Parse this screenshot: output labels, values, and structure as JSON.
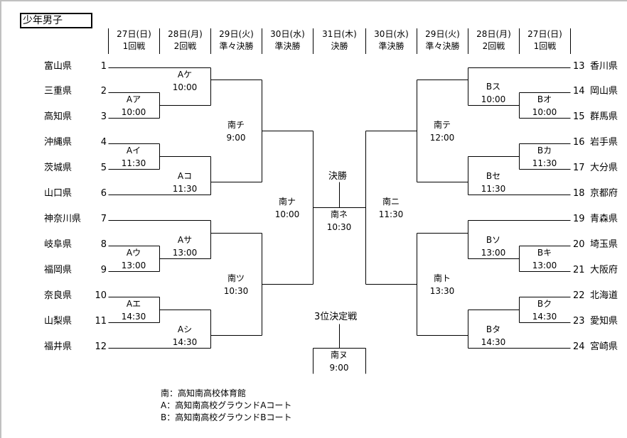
{
  "title": "少年男子",
  "header": [
    {
      "date": "27日(日)",
      "round": "1回戦"
    },
    {
      "date": "28日(月)",
      "round": "2回戦"
    },
    {
      "date": "29日(火)",
      "round": "準々決勝"
    },
    {
      "date": "30日(水)",
      "round": "準決勝"
    },
    {
      "date": "31日(木)",
      "round": "決勝"
    },
    {
      "date": "30日(水)",
      "round": "準決勝"
    },
    {
      "date": "29日(火)",
      "round": "準々決勝"
    },
    {
      "date": "28日(月)",
      "round": "2回戦"
    },
    {
      "date": "27日(日)",
      "round": "1回戦"
    }
  ],
  "teams_left": [
    {
      "seed": "1",
      "name": "富山県"
    },
    {
      "seed": "2",
      "name": "三重県"
    },
    {
      "seed": "3",
      "name": "高知県"
    },
    {
      "seed": "4",
      "name": "沖縄県"
    },
    {
      "seed": "5",
      "name": "茨城県"
    },
    {
      "seed": "6",
      "name": "山口県"
    },
    {
      "seed": "7",
      "name": "神奈川県"
    },
    {
      "seed": "8",
      "name": "岐阜県"
    },
    {
      "seed": "9",
      "name": "福岡県"
    },
    {
      "seed": "10",
      "name": "奈良県"
    },
    {
      "seed": "11",
      "name": "山梨県"
    },
    {
      "seed": "12",
      "name": "福井県"
    }
  ],
  "teams_right": [
    {
      "seed": "13",
      "name": "香川県"
    },
    {
      "seed": "14",
      "name": "岡山県"
    },
    {
      "seed": "15",
      "name": "群馬県"
    },
    {
      "seed": "16",
      "name": "岩手県"
    },
    {
      "seed": "17",
      "name": "大分県"
    },
    {
      "seed": "18",
      "name": "京都府"
    },
    {
      "seed": "19",
      "name": "青森県"
    },
    {
      "seed": "20",
      "name": "埼玉県"
    },
    {
      "seed": "21",
      "name": "大阪府"
    },
    {
      "seed": "22",
      "name": "北海道"
    },
    {
      "seed": "23",
      "name": "愛知県"
    },
    {
      "seed": "24",
      "name": "宮崎県"
    }
  ],
  "matches": {
    "a_a": {
      "id": "Aア",
      "time": "10:00"
    },
    "a_i": {
      "id": "Aイ",
      "time": "11:30"
    },
    "a_u": {
      "id": "Aウ",
      "time": "13:00"
    },
    "a_e": {
      "id": "Aエ",
      "time": "14:30"
    },
    "a_ke": {
      "id": "Aケ",
      "time": "10:00"
    },
    "a_ko": {
      "id": "Aコ",
      "time": "11:30"
    },
    "a_sa": {
      "id": "Aサ",
      "time": "13:00"
    },
    "a_shi": {
      "id": "Aシ",
      "time": "14:30"
    },
    "m_chi": {
      "id": "南チ",
      "time": "9:00"
    },
    "m_tsu": {
      "id": "南ツ",
      "time": "10:30"
    },
    "m_na": {
      "id": "南ナ",
      "time": "10:00"
    },
    "m_ne": {
      "id": "南ネ",
      "time": "10:30"
    },
    "m_ni": {
      "id": "南ニ",
      "time": "11:30"
    },
    "m_te": {
      "id": "南テ",
      "time": "12:00"
    },
    "m_to": {
      "id": "南ト",
      "time": "13:30"
    },
    "b_su": {
      "id": "Bス",
      "time": "10:00"
    },
    "b_se": {
      "id": "Bセ",
      "time": "11:30"
    },
    "b_so": {
      "id": "Bソ",
      "time": "13:00"
    },
    "b_ta": {
      "id": "Bタ",
      "time": "14:30"
    },
    "b_o": {
      "id": "Bオ",
      "time": "10:00"
    },
    "b_ka": {
      "id": "Bカ",
      "time": "11:30"
    },
    "b_ki": {
      "id": "Bキ",
      "time": "13:00"
    },
    "b_ku": {
      "id": "Bク",
      "time": "14:30"
    },
    "m_nu": {
      "id": "南ヌ",
      "time": "9:00"
    }
  },
  "final_label": "決勝",
  "third_place_label": "3位決定戦",
  "legend": [
    "南：高知南高校体育館",
    "A：高知南高校グラウンドAコート",
    "B：高知南高校グラウンドBコート"
  ]
}
